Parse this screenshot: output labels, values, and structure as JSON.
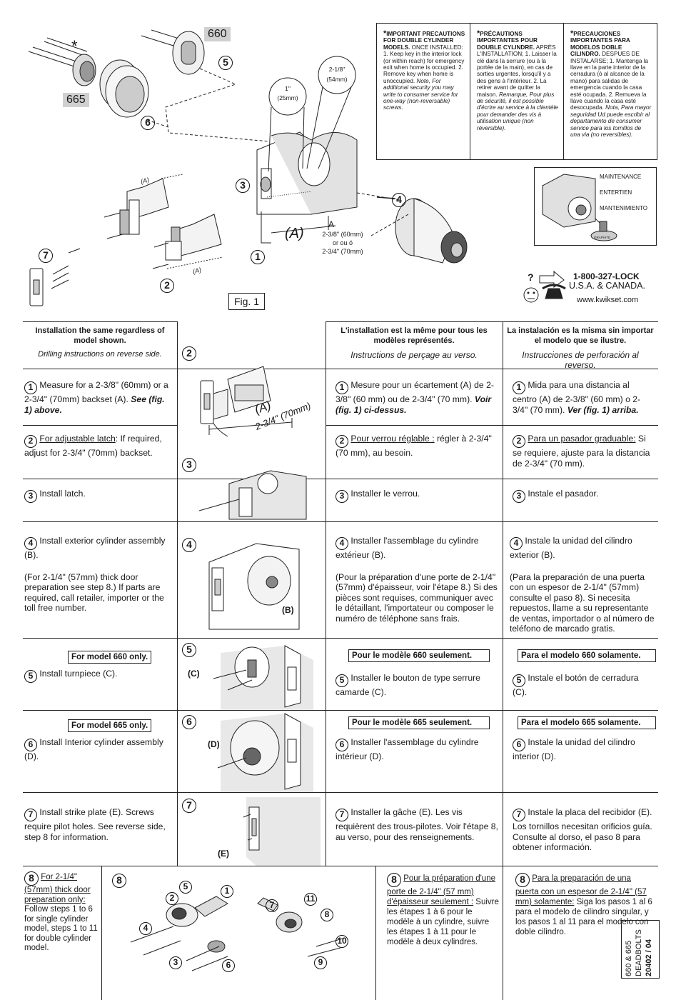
{
  "figure": {
    "label": "Fig. 1",
    "model_660": "660",
    "model_665": "665",
    "asterisk": "*",
    "callouts": [
      "1",
      "2",
      "3",
      "4",
      "5",
      "6",
      "7"
    ],
    "dim_1in": "1\"",
    "dim_25mm": "(25mm)",
    "dim_2_1_8": "2-1/8\"",
    "dim_54mm": "(54mm)",
    "dim_A": "(A)",
    "dim_A_plain": "A",
    "backset_line1": "2-3/8\" (60mm)",
    "backset_line2": "or ou  ó",
    "backset_line3": "2-3/4\" (70mm)"
  },
  "precautions": {
    "en": {
      "head": "IMPORTANT PRECAUTIONS FOR DOUBLE CYLINDER MODELS.",
      "body": " ONCE INSTALLED: 1. Keep key in the interior lock (or within reach) for emergency exit when home is occupied. 2. Remove key when home is unoccupied. ",
      "note": "Note, For additional security you may write to consumer service for one-way (non-reversable) screws."
    },
    "fr": {
      "head": "PRÉCAUTIONS IMPORTANTES POUR DOUBLE CYLINDRE.",
      "body": " APRÈS L'INSTALLATION; 1. Laisser la clé dans la serrure (ou à la portée de la main), en cas de sorties urgentes, lorsqu'il y a des gens à l'intérieur. 2. La retirer avant de quitter la maison. ",
      "note": "Remarque, Pour plus de sécurité, il est possible d'écrire au service à la clientèle pour demander des vis à utilisation unique (non réversible)."
    },
    "es": {
      "head": "PRECAUCIONES IMPORTANTES PARA MODELOS DOBLE CILINDRO.",
      "body": " DESPUES DE INSTALARSE; 1. Mantenga la llave en la parte interior de la cerradura (ó al alcance de la mano) para salidas de emergencia cuando la casa esté ocupada. 2. Remueva la llave cuando la casa esté desocupada. ",
      "note": "Nota, Para mayor seguridad Ud puede escribir al departamento de consumer service para los tornillos de una via (no reversibles)."
    }
  },
  "maintenance": [
    "MAINTENANCE",
    "ENTERTIEN",
    "MANTENIMIENTO"
  ],
  "graphite": "GRAPHITE",
  "contact": {
    "phone": "1-800-327-LOCK",
    "region": "U.S.A. & CANADA.",
    "web": "www.kwikset.com"
  },
  "headers": {
    "en_title": "Installation the same regardless of model shown.",
    "en_sub": "Drilling instructions on reverse side.",
    "fr_title": "L'installation est la même pour tous les modèles représentés.",
    "fr_sub": "Instructions de perçage au verso.",
    "es_title": "La instalación es la misma sin importar el modelo que se ilustre.",
    "es_sub": "Instrucciones de perforación al reverso."
  },
  "steps": {
    "s1": {
      "num": "1",
      "en": "Measure for a 2-3/8\" (60mm) or a 2-3/4\" (70mm) backset (A).",
      "en_ref": "See (fig. 1) above.",
      "fr": "Mesure pour un écartement (A) de 2-3/8\" (60 mm) ou de 2-3/4\" (70 mm).",
      "fr_ref": "Voir (fig. 1) ci-dessus.",
      "es": "Mida para una distancia al centro (A) de 2-3/8\" (60 mm) o 2-3/4\" (70 mm).",
      "es_ref": "Ver (fig. 1) arriba."
    },
    "s2": {
      "num": "2",
      "en_u": "For adjustable latch",
      "en": ": If required, adjust for 2-3/4\" (70mm) backset.",
      "fr_u": "Pour verrou réglable :",
      "fr": " régler à 2-3/4\" (70 mm), au besoin.",
      "es_u": "Para un pasador graduable:",
      "es": " Si se requiere, ajuste para la distancia de 2-3/4\" (70 mm).",
      "img_A": "(A)",
      "img_dim": "2-3/4\" (70mm)"
    },
    "s3": {
      "num": "3",
      "en": "Install latch.",
      "fr": "Installer le verrou.",
      "es": "Instale el pasador."
    },
    "s4": {
      "num": "4",
      "en": "Install exterior cylinder assembly (B).",
      "en_note": "(For 2-1/4\" (57mm) thick door preparation see step 8.) If parts are required, call retailer, importer or the toll free number.",
      "fr": "Installer l'assemblage du cylindre extérieur (B).",
      "fr_note": "(Pour la préparation d'une porte de 2-1/4\" (57mm) d'épaisseur, voir l'étape 8.) Si des pièces sont requises, communiquer avec le détaillant, l'importateur ou composer le numéro de téléphone sans frais.",
      "es": "Instale la unidad del cilindro exterior (B).",
      "es_note": "(Para la preparación de una puerta con un espesor de 2-1/4\" (57mm) consulte el paso 8).  Si necesita repuestos, llame a su representante de ventas, importador o al número de teléfono de marcado gratis.",
      "img_label": "(B)"
    },
    "s5": {
      "num": "5",
      "en_box": "For model 660 only.",
      "en": "Install turnpiece (C).",
      "fr_box": "Pour le modèle 660 seulement.",
      "fr": "Installer le bouton de type serrure camarde (C).",
      "es_box": "Para el modelo 660 solamente.",
      "es": "Instale el botón de cerradura (C).",
      "img_label": "(C)"
    },
    "s6": {
      "num": "6",
      "en_box": "For model 665 only.",
      "en": "Install Interior cylinder assembly (D).",
      "fr_box": "Pour le modèle 665 seulement.",
      "fr": "Installer l'assemblage du cylindre intérieur (D).",
      "es_box": "Para el modelo 665 solamente.",
      "es": "Instale la unidad del cilindro interior (D).",
      "img_label": "(D)"
    },
    "s7": {
      "num": "7",
      "en": "Install strike plate (E). Screws require pilot holes. See reverse side, step 8 for information.",
      "fr": "Installer la gâche (E). Les vis requièrent des trous-pilotes. Voir l'étape 8, au verso, pour des renseignements.",
      "es": "Instale la placa del recibidor (E).  Los tornillos necesitan orificios guía.  Consulte al dorso, el paso 8 para obtener información.",
      "img_label": "(E)"
    },
    "s8": {
      "num": "8",
      "en_u": "For 2-1/4\" (57mm) thick door preparation only:",
      "en": " Follow steps 1 to 6 for single cylinder model, steps 1 to 11 for double cylinder model.",
      "fr_u": "Pour la préparation d'une porte de 2-1/4\" (57 mm) d'épaisseur seulement :",
      "fr": " Suivre les étapes 1 à 6 pour le modèle à un cylindre, suivre les étapes 1 à 11 pour le modèle à deux cylindres.",
      "es_u": "Para la preparación de una puerta con un espesor de 2-1/4\" (57 mm) solamente:",
      "es": " Siga los pasos 1 al 6 para el modelo de cilindro singular, y los pasos 1 al 11 para el modelo con doble cilindro.",
      "diagram_callouts": [
        "1",
        "2",
        "3",
        "4",
        "5",
        "6",
        "7",
        "8",
        "9",
        "10",
        "11"
      ]
    }
  },
  "doc_code": {
    "line1": "660 & 665",
    "line2": "DEADBOLTS",
    "line3": "20402 / 04"
  }
}
